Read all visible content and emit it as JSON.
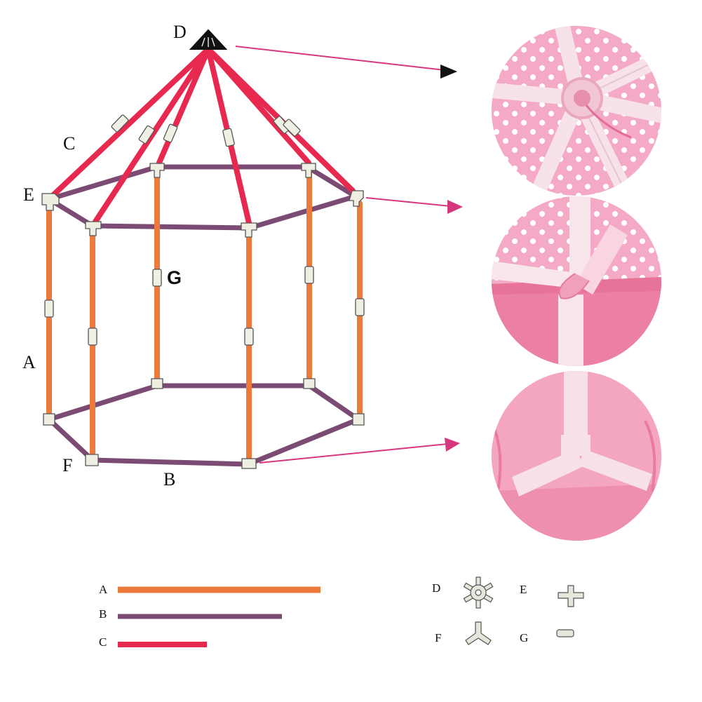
{
  "labels": {
    "D": "D",
    "C": "C",
    "E": "E",
    "G": "G",
    "A": "A",
    "F": "F",
    "B": "B"
  },
  "legend_rods": [
    {
      "label": "A",
      "color": "#ec7a3c"
    },
    {
      "label": "B",
      "color": "#7b4b74"
    },
    {
      "label": "C",
      "color": "#e8294f"
    }
  ],
  "legend_connectors": [
    {
      "label": "D",
      "icon": "six-way-hub-connector-icon"
    },
    {
      "label": "E",
      "icon": "four-way-cross-connector-icon"
    },
    {
      "label": "F",
      "icon": "three-way-corner-connector-icon"
    },
    {
      "label": "G",
      "icon": "straight-tube-connector-icon"
    }
  ],
  "photos": [
    {
      "name": "top-hub-photo",
      "icon": "hub-closeup-photo"
    },
    {
      "name": "upper-corner-photo",
      "icon": "upper-joint-closeup-photo"
    },
    {
      "name": "base-corner-photo",
      "icon": "base-joint-closeup-photo"
    }
  ],
  "colors": {
    "rod_A": "#ec7a3c",
    "rod_B": "#7b4b74",
    "rod_C": "#e8294f",
    "arrow": "#d6367e",
    "connector": "#e9eadf"
  }
}
